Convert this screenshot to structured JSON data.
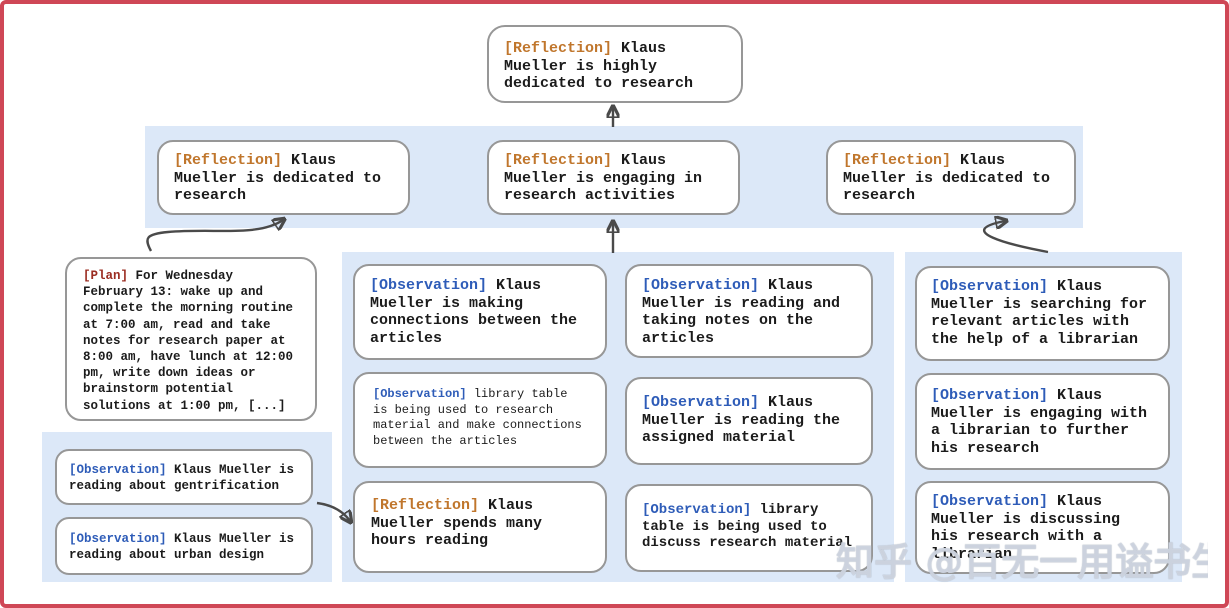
{
  "colors": {
    "frame_border": "#cf4756",
    "band_background": "#dce8f8",
    "box_border": "#979797",
    "body_text": "#1b1b1b",
    "reflection_tag": "#c0762c",
    "observation_tag": "#2e5cb8",
    "plan_tag": "#9b2c21",
    "arrow": "#4a4a4a"
  },
  "watermark": {
    "text": "知乎 @百无一用谥书生"
  },
  "nodes": {
    "top": {
      "tag": "[Reflection]",
      "text": "Klaus Mueller is highly dedicated to research"
    },
    "r1": {
      "tag": "[Reflection]",
      "text": "Klaus Mueller is dedicated to research"
    },
    "r2": {
      "tag": "[Reflection]",
      "text": "Klaus Mueller is engaging in research activities"
    },
    "r3": {
      "tag": "[Reflection]",
      "text": "Klaus Mueller is dedicated to research"
    },
    "plan": {
      "tag": "[Plan]",
      "text": "For Wednesday February 13: wake up and complete the morning routine at 7:00 am, read and take notes for research paper at 8:00 am, have lunch at 12:00 pm, write down ideas or brainstorm potential solutions at 1:00 pm, [...]"
    },
    "obs_gent": {
      "tag": "[Observation]",
      "text": "Klaus Mueller is reading about gentrification"
    },
    "obs_urban": {
      "tag": "[Observation]",
      "text": "Klaus Mueller is reading about urban design"
    },
    "a1": {
      "tag": "[Observation]",
      "text": "Klaus Mueller is making connections between the articles"
    },
    "a2": {
      "tag": "[Observation]",
      "text": "library table is being used to research material and make connections between the articles"
    },
    "a3": {
      "tag": "[Reflection]",
      "text": "Klaus Mueller spends many hours reading"
    },
    "b1": {
      "tag": "[Observation]",
      "text": "Klaus Mueller is reading and taking notes on the articles"
    },
    "b2": {
      "tag": "[Observation]",
      "text": "Klaus Mueller is reading the assigned material"
    },
    "b3": {
      "tag": "[Observation]",
      "text": "library table is being used to discuss research material"
    },
    "c1": {
      "tag": "[Observation]",
      "text": "Klaus Mueller is searching for relevant articles with the help of a librarian"
    },
    "c2": {
      "tag": "[Observation]",
      "text": "Klaus Mueller is engaging with a librarian to further his research"
    },
    "c3": {
      "tag": "[Observation]",
      "text": "Klaus Mueller is discussing his research with a librarian"
    }
  }
}
